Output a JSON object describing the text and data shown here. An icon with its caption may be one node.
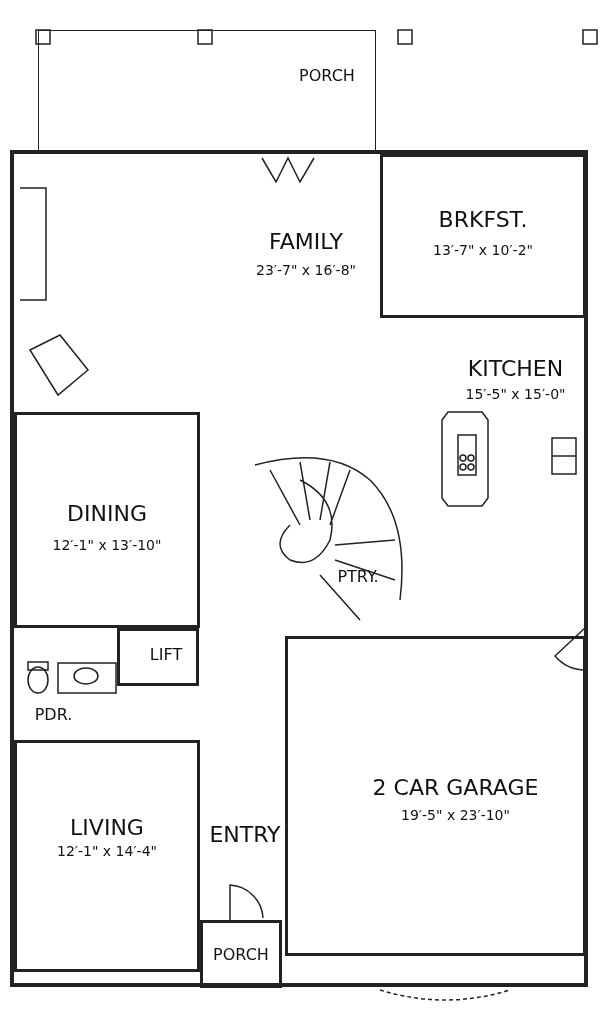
{
  "diagram": {
    "nodes": [
      {
        "text": [
          "PORCH"
        ]
      },
      {
        "text": [
          "FAMILY",
          "23′-7\" x 16′-8\""
        ]
      },
      {
        "text": [
          "BRKFST.",
          "13′-7\" x 10′-2\""
        ]
      },
      {
        "text": [
          "KITCHEN",
          "15′-5\" x 15′-0\""
        ]
      },
      {
        "text": [
          "DINING",
          "12′-1\" x 13′-10\""
        ]
      },
      {
        "text": [
          "PTRY."
        ]
      },
      {
        "text": [
          "LIFT"
        ]
      },
      {
        "text": [
          "PDR."
        ]
      },
      {
        "text": [
          "LIVING",
          "12′-1\" x 14′-4\""
        ]
      },
      {
        "text": [
          "ENTRY"
        ]
      },
      {
        "text": [
          "2 CAR GARAGE",
          "19′-5\" x 23′-10\""
        ]
      },
      {
        "text": [
          "PORCH"
        ]
      }
    ]
  }
}
